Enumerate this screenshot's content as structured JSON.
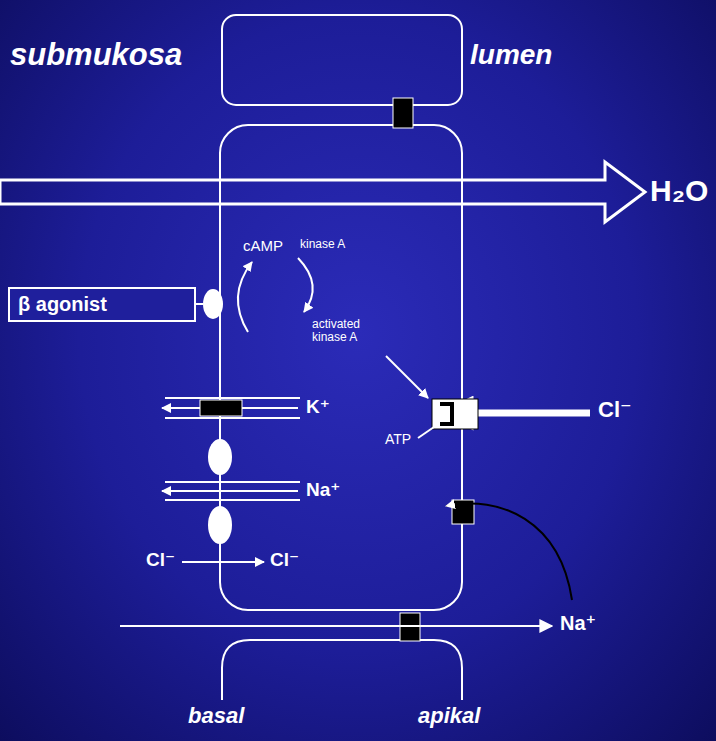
{
  "diagram": {
    "nodes": [
      {
        "text": [
          "β agonist"
        ]
      }
    ],
    "labels": [
      "submukosa",
      "lumen",
      "H₂O",
      "cAMP",
      "kinase A",
      "activated kinase A",
      "K⁺",
      "Na⁺",
      "Cl⁻",
      "Cl⁻",
      "ATP",
      "Cl⁻",
      "Na⁺",
      "basal",
      "apikal"
    ]
  }
}
